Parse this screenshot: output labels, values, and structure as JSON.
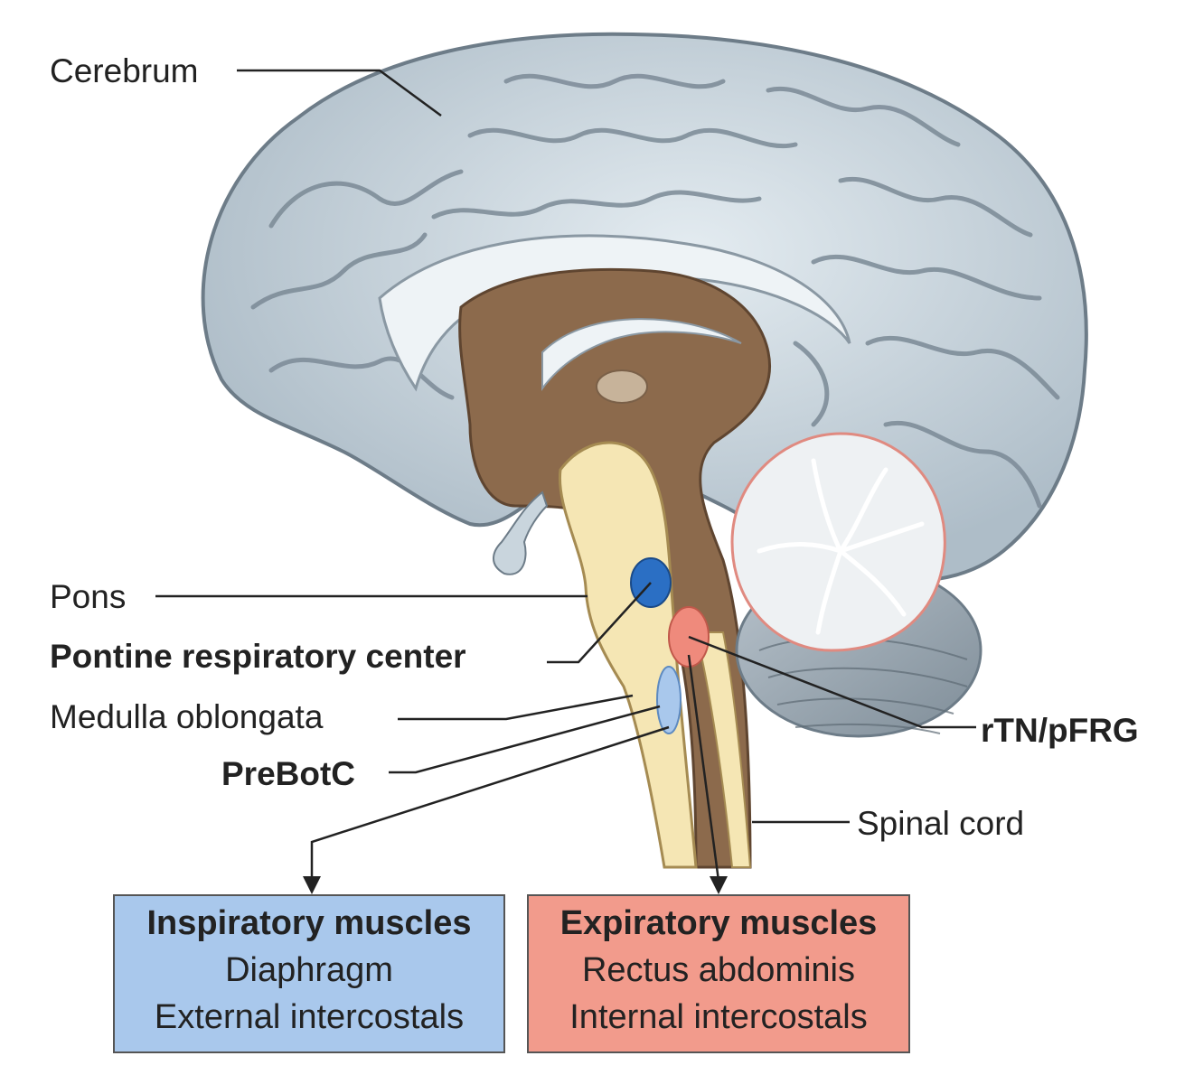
{
  "labels": {
    "cerebrum": "Cerebrum",
    "pons": "Pons",
    "pontine_center": "Pontine respiratory center",
    "medulla": "Medulla oblongata",
    "prebotc": "PreBotC",
    "rtn_pfrg": "rTN/pFRG",
    "spinal_cord": "Spinal cord"
  },
  "boxes": {
    "inspiratory": {
      "title": "Inspiratory muscles",
      "items": [
        "Diaphragm",
        "External intercostals"
      ],
      "color": "#a9c8ec"
    },
    "expiratory": {
      "title": "Expiratory muscles",
      "items": [
        "Rectus abdominis",
        "Internal intercostals"
      ],
      "color": "#f29b8c"
    }
  },
  "colors": {
    "cerebrum": "#c9d5dd",
    "brainstem": "#f5e6b4",
    "diencephalon": "#8c6a4c",
    "pontine_center": "#2b6fc4",
    "rtn_pfrg": "#ef8a7c",
    "prebotc": "#a9c8ec"
  }
}
